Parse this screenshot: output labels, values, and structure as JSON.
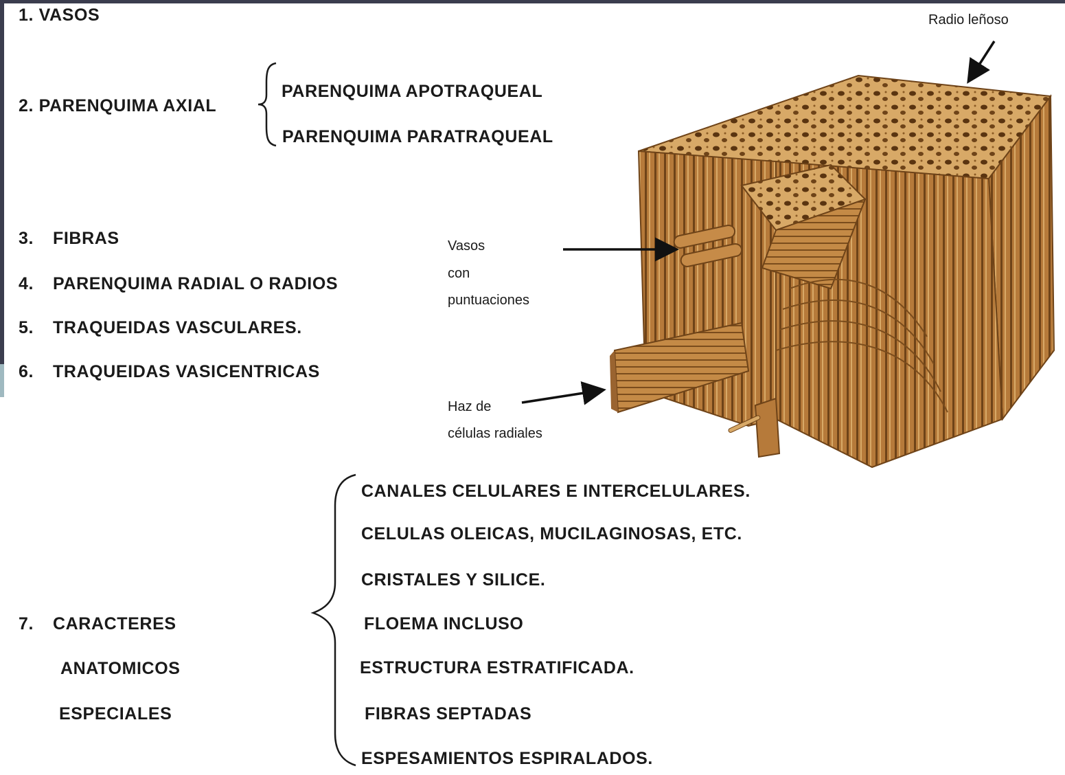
{
  "left_list": {
    "item1": "1.  VASOS",
    "item2": "2.  PARENQUIMA AXIAL",
    "item3_num": "3.",
    "item3": "FIBRAS",
    "item4_num": "4.",
    "item4": "PARENQUIMA RADIAL O RADIOS",
    "item5_num": "5.",
    "item5": "TRAQUEIDAS VASCULARES.",
    "item6_num": "6.",
    "item6": "TRAQUEIDAS VASICENTRICAS",
    "item7_num": "7.",
    "item7_line1": "CARACTERES",
    "item7_line2": "ANATOMICOS",
    "item7_line3": "ESPECIALES"
  },
  "parenquima_axial_types": [
    "PARENQUIMA APOTRAQUEAL",
    "PARENQUIMA PARATRAQUEAL"
  ],
  "caracteres_especiales": [
    "CANALES CELULARES E INTERCELULARES.",
    "CELULAS OLEICAS, MUCILAGINOSAS, ETC.",
    "CRISTALES Y SILICE.",
    "FLOEMA INCLUSO",
    "ESTRUCTURA ESTRATIFICADA.",
    "FIBRAS SEPTADAS",
    "ESPESAMIENTOS ESPIRALADOS."
  ],
  "illustration_labels": {
    "radio_lenoso": "Radio leñoso",
    "vasos_line1": "Vasos",
    "vasos_line2": "con",
    "vasos_line3": "puntuaciones",
    "haz_line1": "Haz de",
    "haz_line2": "células radiales"
  },
  "colors": {
    "frame": "#3b3d4e",
    "frame_accent": "#9fb9c0",
    "wood_light": "#d8a967",
    "wood_mid": "#b67a3a",
    "wood_dark": "#6e4318"
  }
}
